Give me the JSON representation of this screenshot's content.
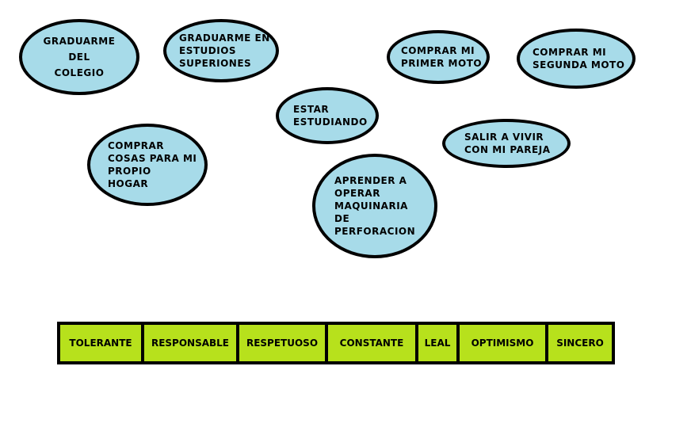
{
  "goals": {
    "graduate_school": "GRADUARME\nDEL\nCOLEGIO",
    "graduate_higher": "GRADUARME EN\nESTUDIOS\nSUPERIONES",
    "first_motorcycle": "COMPRAR MI\nPRIMER MOTO",
    "second_motorcycle": "COMPRAR MI\nSEGUNDA MOTO",
    "studying": "ESTAR\nESTUDIANDO",
    "live_with_partner": "SALIR A VIVIR\nCON MI PAREJA",
    "buy_for_home": "COMPRAR\nCOSAS PARA MI\nPROPIO\nHOGAR",
    "drilling_machinery": "APRENDER A\nOPERAR\nMAQUINARIA\nDE\nPERFORACION"
  },
  "values": [
    "TOLERANTE",
    "RESPONSABLE",
    "RESPETUOSO",
    "CONSTANTE",
    "LEAL",
    "OPTIMISMO",
    "SINCERO"
  ],
  "colors": {
    "bubble_fill": "#a7dbe9",
    "values_fill": "#b7e11c",
    "outline": "#000000"
  }
}
